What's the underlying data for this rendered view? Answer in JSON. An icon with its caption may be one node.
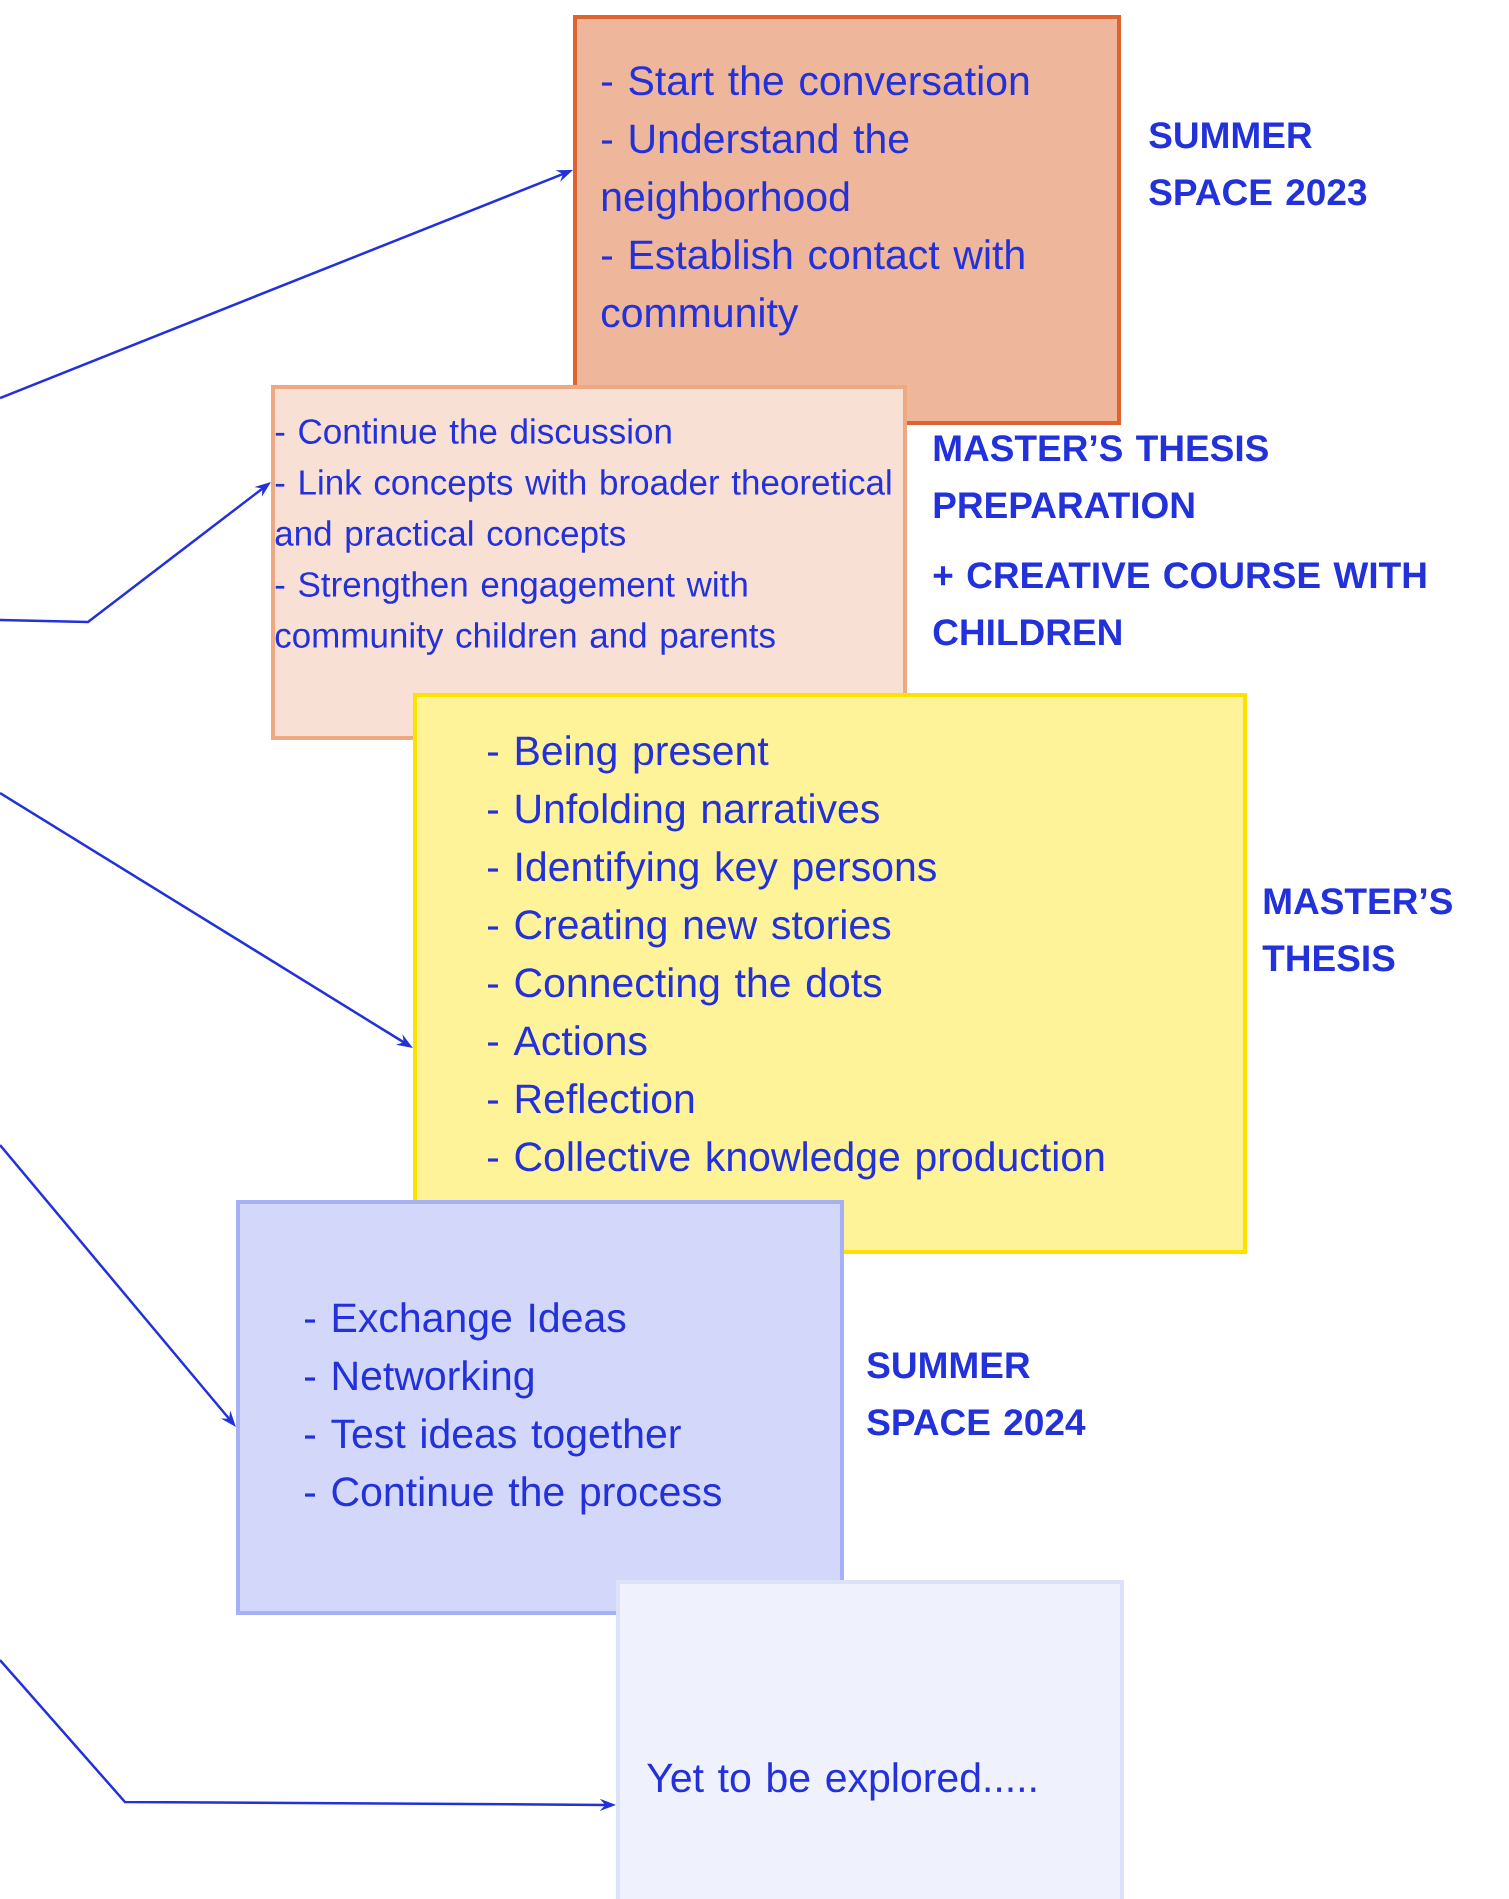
{
  "diagram": {
    "nodes": [
      {
        "text": [
          "- Start the conversation",
          "- Understand the neighborhood",
          "- Establish contact with community"
        ],
        "beside": [
          "SUMMER SPACE 2023"
        ]
      },
      {
        "text": [
          "- Continue the discussion",
          "- Link concepts with broader theoretical and practical concepts",
          "- Strengthen engagement with community children and parents"
        ],
        "beside": [
          "MASTER’S THESIS PREPARATION",
          "+ CREATIVE COURSE WITH CHILDREN"
        ]
      },
      {
        "text": [
          "- Being present",
          "- Unfolding narratives",
          "- Identifying key persons",
          "- Creating new stories",
          "- Connecting the dots",
          "- Actions",
          "- Reflection",
          "- Collective knowledge production"
        ],
        "beside": [
          "MASTER’S THESIS"
        ]
      },
      {
        "text": [
          "- Exchange Ideas",
          "- Networking",
          "- Test ideas together",
          "- Continue the process"
        ],
        "beside": [
          "SUMMER SPACE 2024"
        ]
      },
      {
        "text": [
          "Yet to be explored....."
        ]
      }
    ],
    "edges": [
      {
        "from": null,
        "to": 0,
        "arrow": "to"
      },
      {
        "from": null,
        "to": 1,
        "arrow": "to"
      },
      {
        "from": null,
        "to": 2,
        "arrow": "to"
      },
      {
        "from": null,
        "to": 3,
        "arrow": "to"
      },
      {
        "from": null,
        "to": 4,
        "arrow": "to"
      }
    ]
  }
}
